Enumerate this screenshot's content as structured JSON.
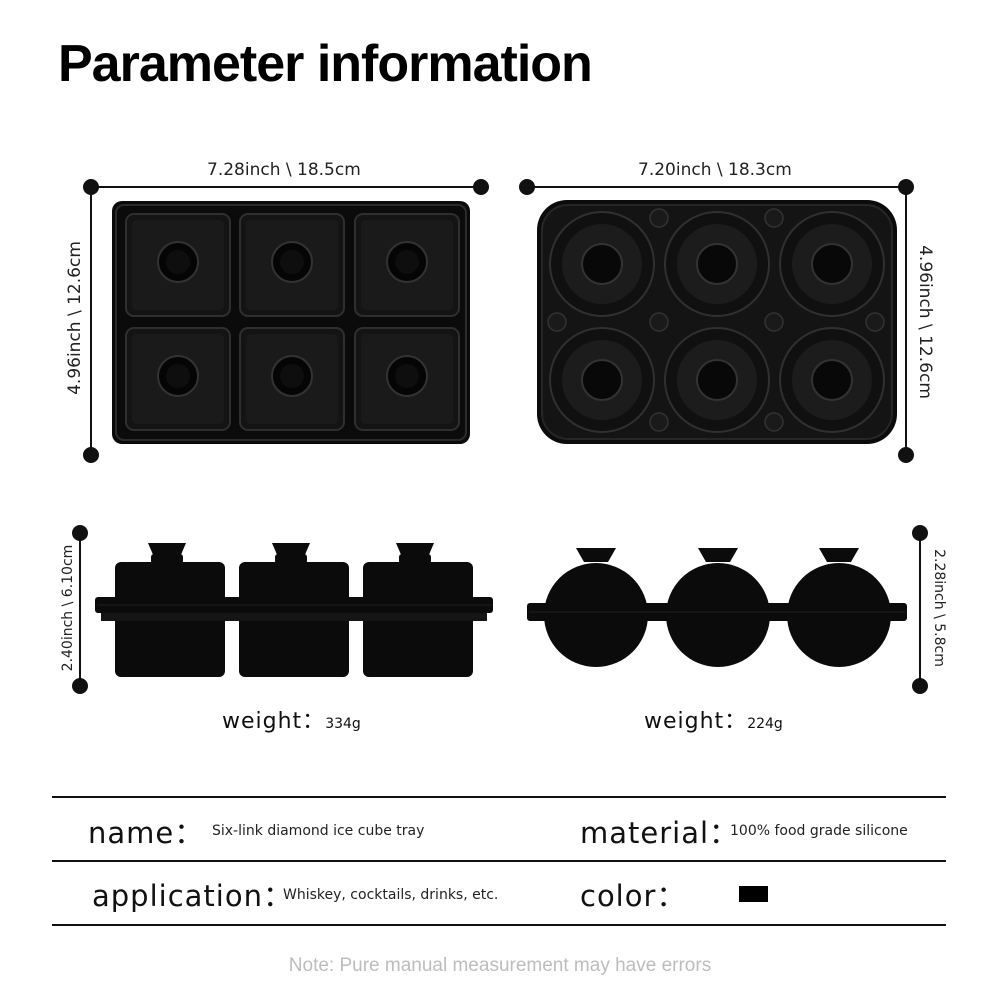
{
  "title": "Parameter information",
  "dimensions": {
    "top_left_width": "7.28inch \\ 18.5cm",
    "top_left_height": "4.96inch \\ 12.6cm",
    "top_right_width": "7.20inch \\ 18.3cm",
    "top_right_height": "4.96inch \\ 12.6cm",
    "bottom_left_height": "2.40inch \\ 6.10cm",
    "bottom_right_height": "2.28inch \\ 5.8cm"
  },
  "weights": {
    "label": "weight：",
    "left_value": "334g",
    "right_value": "224g"
  },
  "specs": {
    "name_label": "name：",
    "name_value": "Six-link diamond ice cube tray",
    "material_label": "material：",
    "material_value": "100% food grade silicone",
    "application_label": "application：",
    "application_value": "Whiskey, cocktails, drinks, etc.",
    "color_label": "color：",
    "color_value": "#000000"
  },
  "note": "Note: Pure manual measurement may have errors"
}
